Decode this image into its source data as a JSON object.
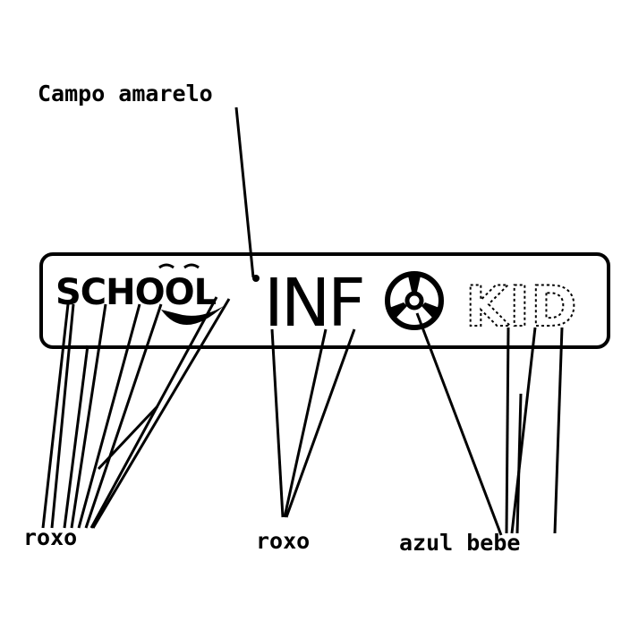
{
  "labels": {
    "field": "Campo amarelo",
    "purple_left": "roxo",
    "purple_middle": "roxo",
    "light_blue": "azul bebe"
  },
  "logo": {
    "text_school": "SCHOOL",
    "text_info": "INF",
    "text_kid": "KID"
  },
  "colors": {
    "ink": "#000000",
    "background": "#ffffff"
  }
}
